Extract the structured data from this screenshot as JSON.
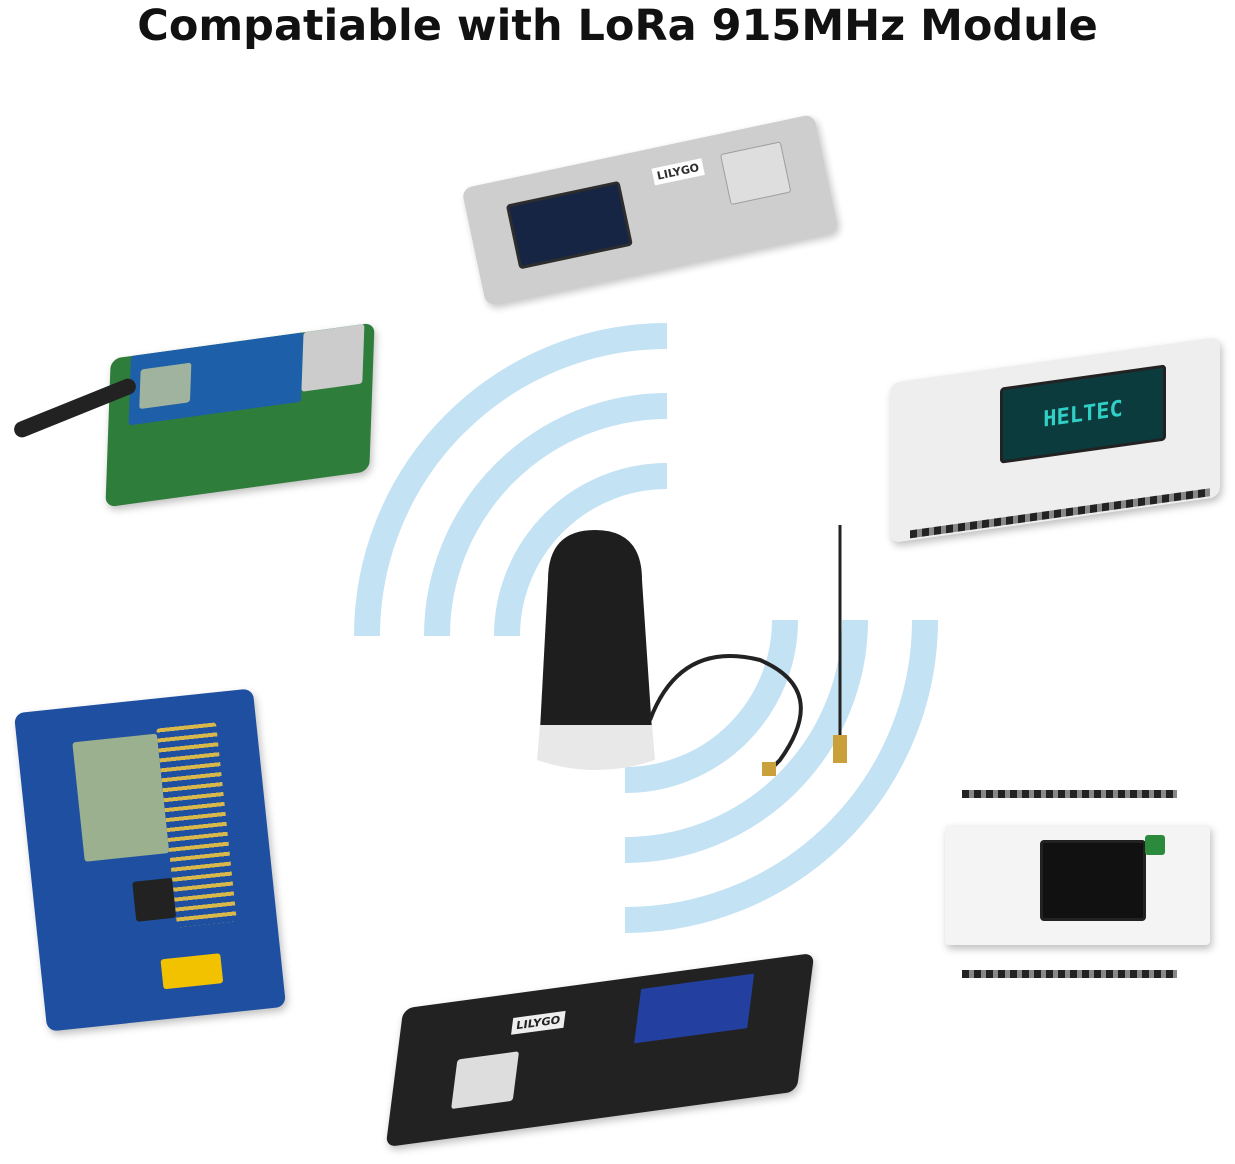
{
  "title": "Compatiable with LoRa 915MHz Module",
  "colors": {
    "signal_arcs": "#c3e2f4",
    "antenna_body": "#1e1e1e",
    "antenna_base": "#e8e8e8"
  },
  "products": [
    {
      "name": "lilygo-tbeam-top",
      "logo": "LILYGO"
    },
    {
      "name": "raspberry-pi-lora-hat"
    },
    {
      "name": "heltec-board",
      "logo": "HELTEC"
    },
    {
      "name": "waveshare-lora-hat"
    },
    {
      "name": "heltec-v3-board"
    },
    {
      "name": "lilygo-tbeam-bottom",
      "logo": "LILYGO"
    }
  ]
}
